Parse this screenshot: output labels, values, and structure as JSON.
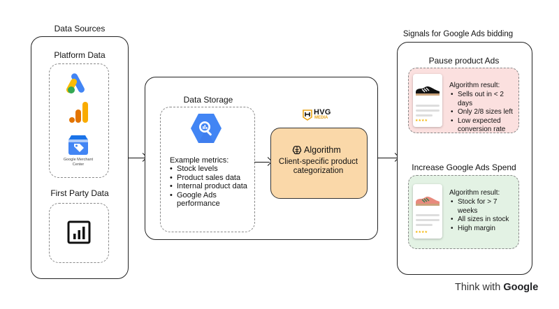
{
  "data_sources": {
    "title": "Data Sources",
    "platform_label": "Platform Data",
    "merchant_center_label": "Google Merchant Center",
    "first_party_label": "First Party Data"
  },
  "storage": {
    "title": "Data Storage",
    "metrics_heading": "Example metrics:",
    "metrics": [
      "Stock levels",
      "Product sales data",
      "Internal product data",
      "Google Ads performance"
    ]
  },
  "brand": {
    "logo_text": "HVG",
    "logo_sub": "MEDIA"
  },
  "algorithm": {
    "title": "Algorithm",
    "description": "Client-specific product categorization"
  },
  "signals": {
    "title": "Signals for Google Ads bidding",
    "pause": {
      "title": "Pause product Ads",
      "heading": "Algorithm result:",
      "items": [
        "Sells out in < 2 days",
        "Only 2/8 sizes left",
        "Low expected conversion rate"
      ],
      "stars": "★★★★"
    },
    "increase": {
      "title": "Increase Google Ads Spend",
      "heading": "Algorithm result:",
      "items": [
        "Stock for > 7 weeks",
        "All sizes in stock",
        "High  margin"
      ],
      "stars": "★★★★"
    }
  },
  "footer": {
    "think_with": "Think with",
    "google": "Google"
  },
  "colors": {
    "pause_bg": "#fbe0df",
    "increase_bg": "#e3f2e4",
    "algorithm_bg": "#fad8a9",
    "bigquery_blue": "#4285f4"
  }
}
